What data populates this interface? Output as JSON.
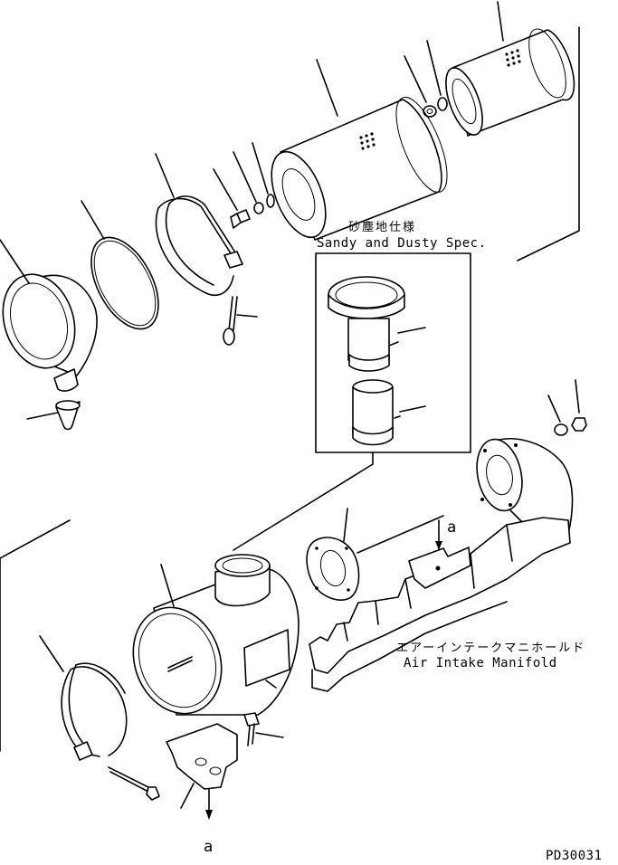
{
  "diagram": {
    "sandy_spec_japanese": "砂塵地仕様",
    "sandy_spec_english": "Sandy and Dusty Spec.",
    "manifold_japanese": "エアーインテークマニホールド",
    "manifold_english": "Air Intake Manifold",
    "section_marker_top": "a",
    "section_marker_bottom": "a",
    "figure_code": "PD30031"
  }
}
